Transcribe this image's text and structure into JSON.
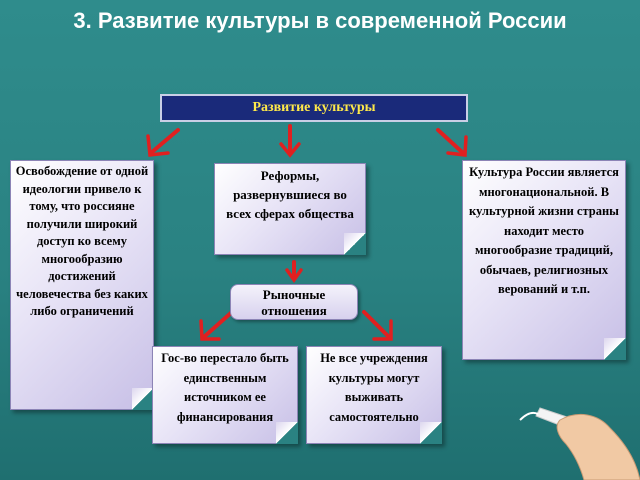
{
  "title": "3. Развитие культуры в современной России",
  "header": "Развитие культуры",
  "left_note": "Освобождение от одной идеологии привело к тому, что россияне получили широкий доступ ко всему многообразию достижений человечества без каких либо ограничений",
  "mid_note": "Реформы, развернувшиеся во всех сферах общества",
  "right_note": "Культура России является многонациональной. В культурной жизни страны находит место многообразие традиций, обычаев, религиозных верований и т.п.",
  "market": "Рыночные отношения",
  "bottom_left_note": "Гос-во перестало быть единственным источником ее финансирования",
  "bottom_right_note": "Не все учреждения культуры могут выживать самостоятельно",
  "colors": {
    "background": "#2a8282",
    "header_bg": "#1a2a7a",
    "header_text": "#ffe94a",
    "arrow": "#e02020"
  }
}
